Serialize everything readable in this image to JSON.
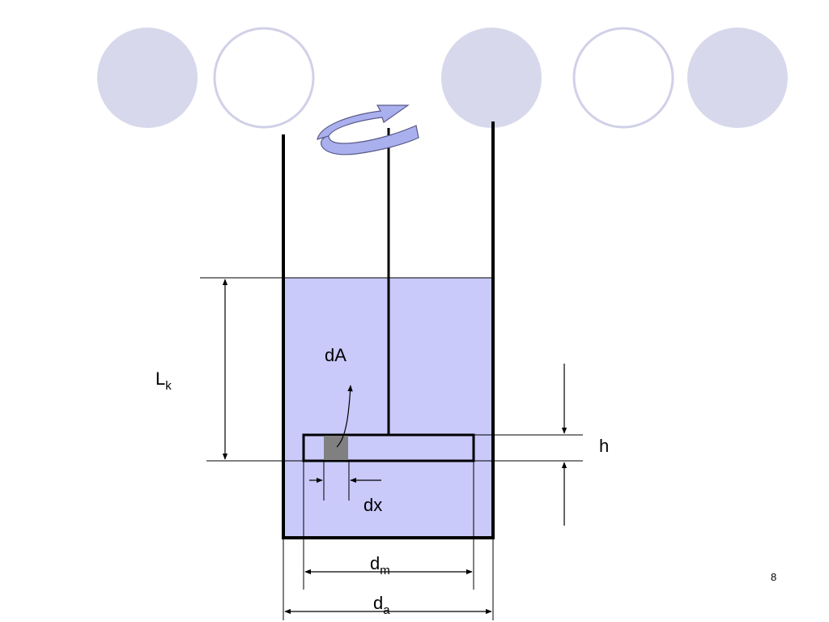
{
  "labels": {
    "L": "L",
    "k": "k",
    "dA": "dA",
    "h": "h",
    "dx": "dx",
    "d_m": "d",
    "m": "m",
    "d_a": "d",
    "a": "a"
  },
  "slide_number": "8",
  "colors": {
    "liquid": "#c9c9fa",
    "deco_circle": "#d8d8ec",
    "deco_stroke": "#d0d0e8",
    "element_dA": "#808080",
    "rotation_arrow": "#aab0ee"
  },
  "icons": [
    "rotation-arrow-icon"
  ]
}
